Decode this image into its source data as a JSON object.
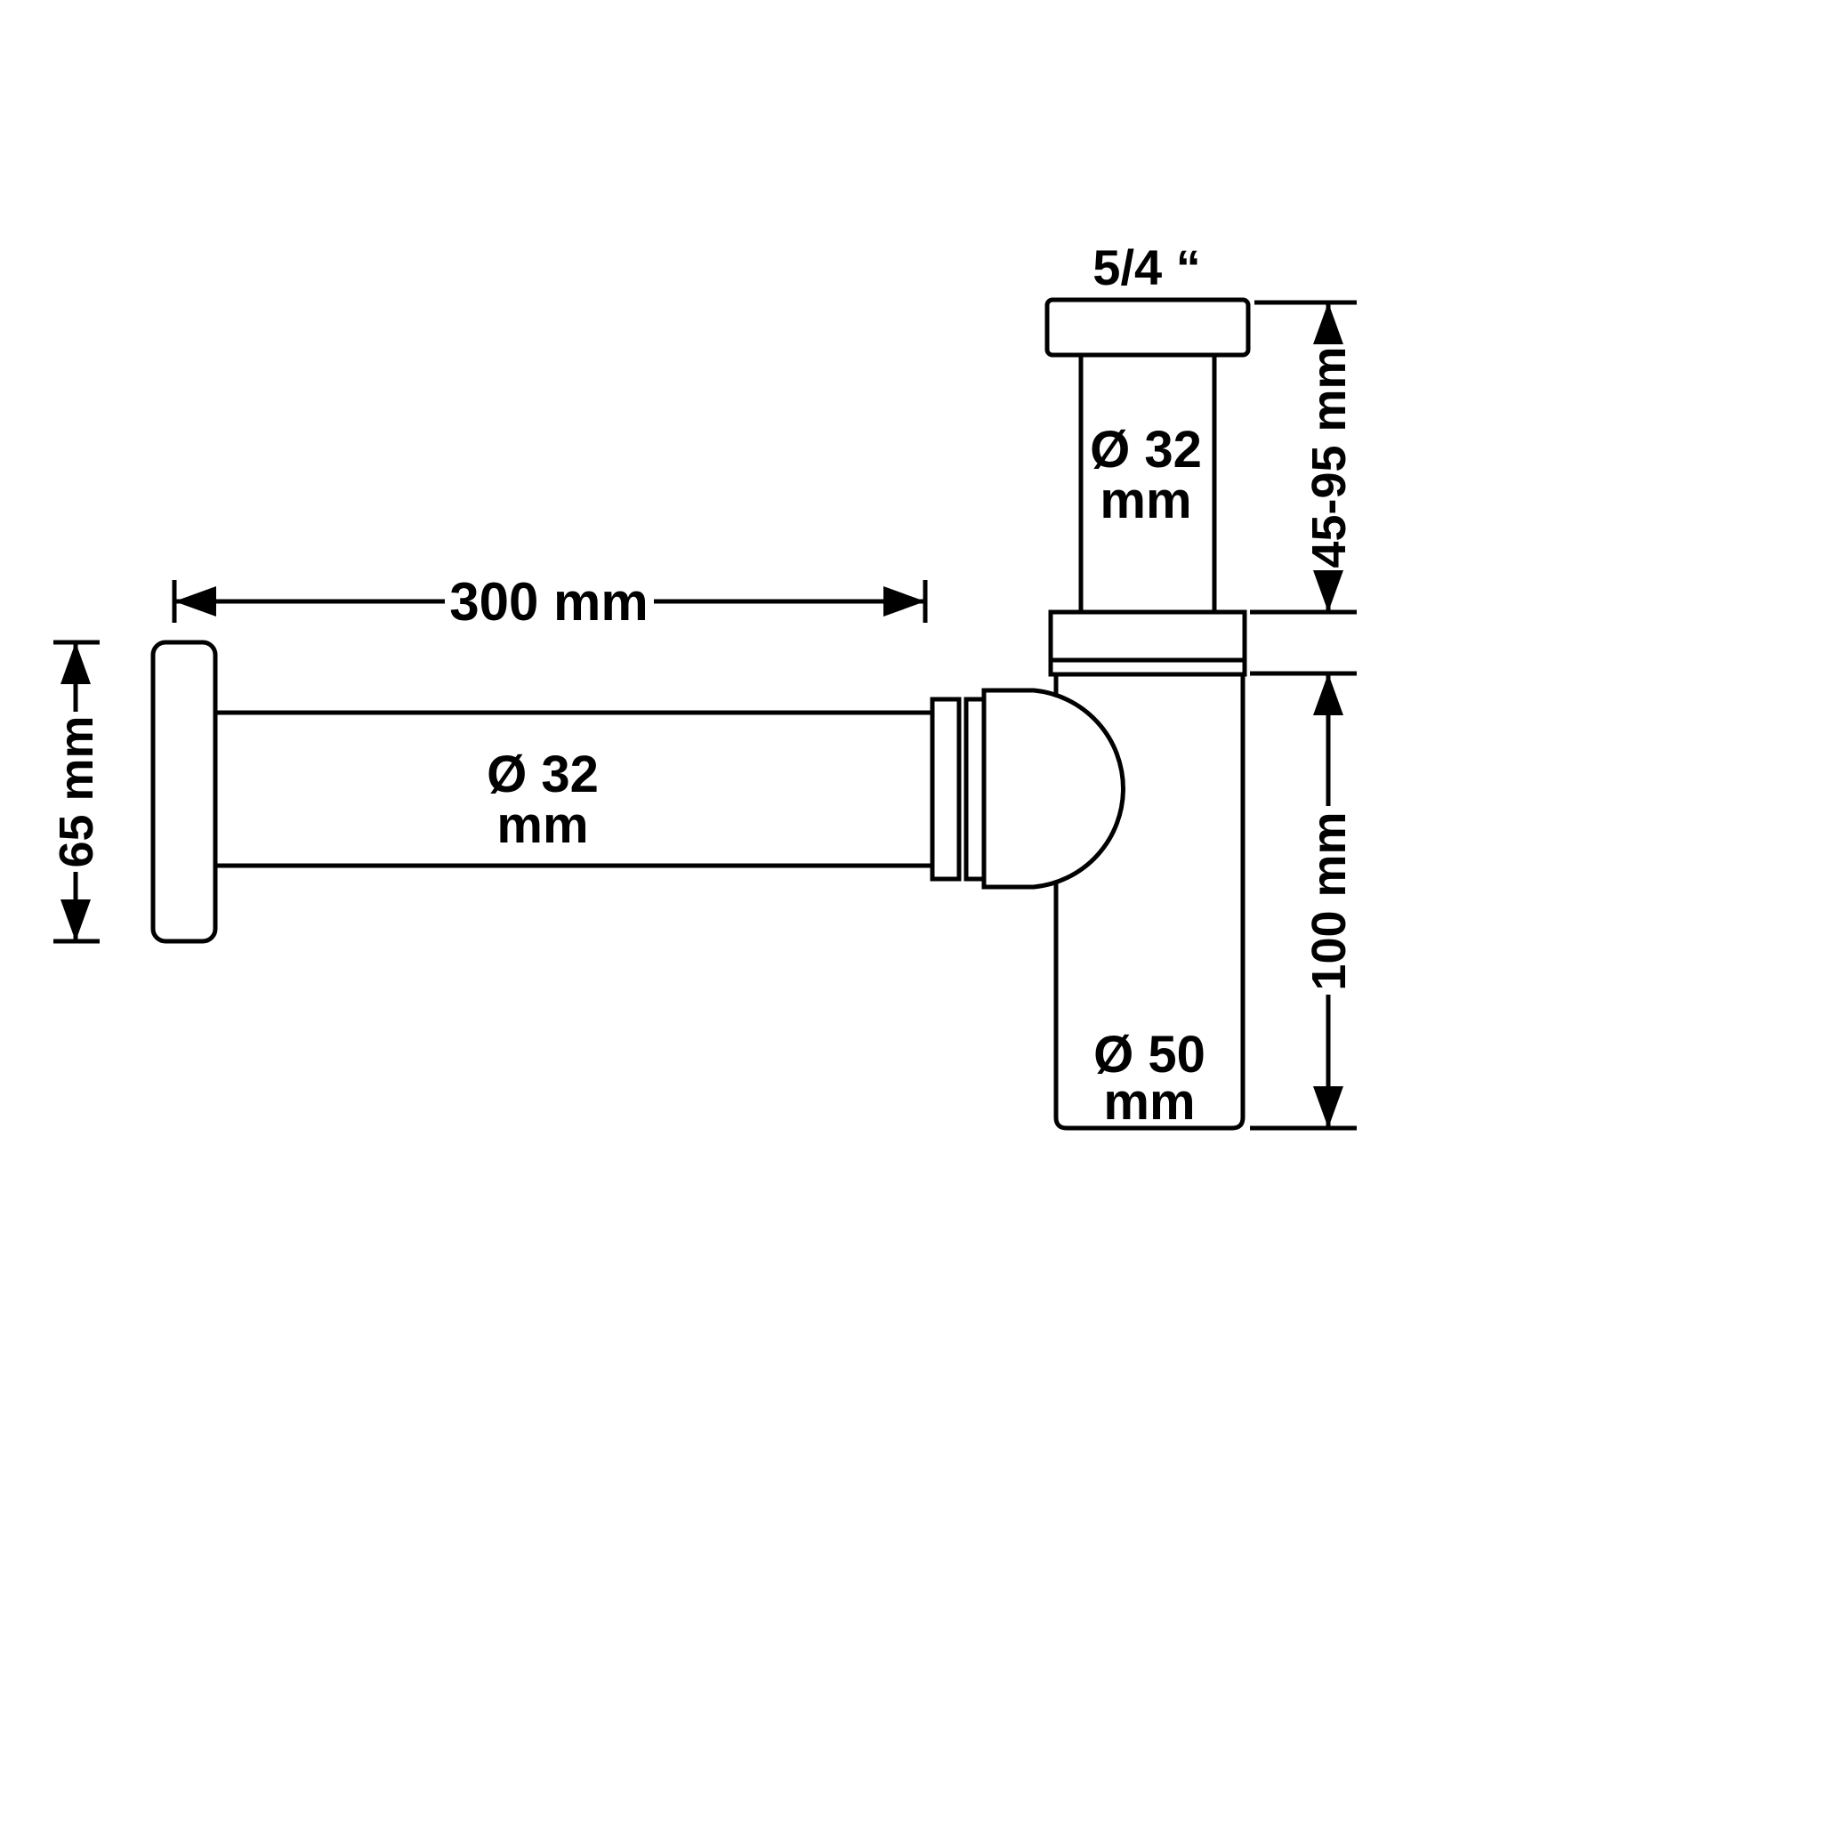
{
  "diagram": {
    "type": "technical-dimension-drawing",
    "subject": "bottle-trap siphon with wall connection tube",
    "colors": {
      "line": "#000000",
      "background": "#ffffff"
    },
    "labels": {
      "thread_size": "5/4 “",
      "inlet_diameter": "Ø 32",
      "inlet_diameter_unit": "mm",
      "inlet_height_range": "45-95 mm",
      "wall_tube_diameter": "Ø 32",
      "wall_tube_diameter_unit": "mm",
      "wall_tube_length": "300 mm",
      "flange_height": "65 mm",
      "body_diameter": "Ø 50",
      "body_diameter_unit": "mm",
      "body_height": "100 mm"
    }
  }
}
